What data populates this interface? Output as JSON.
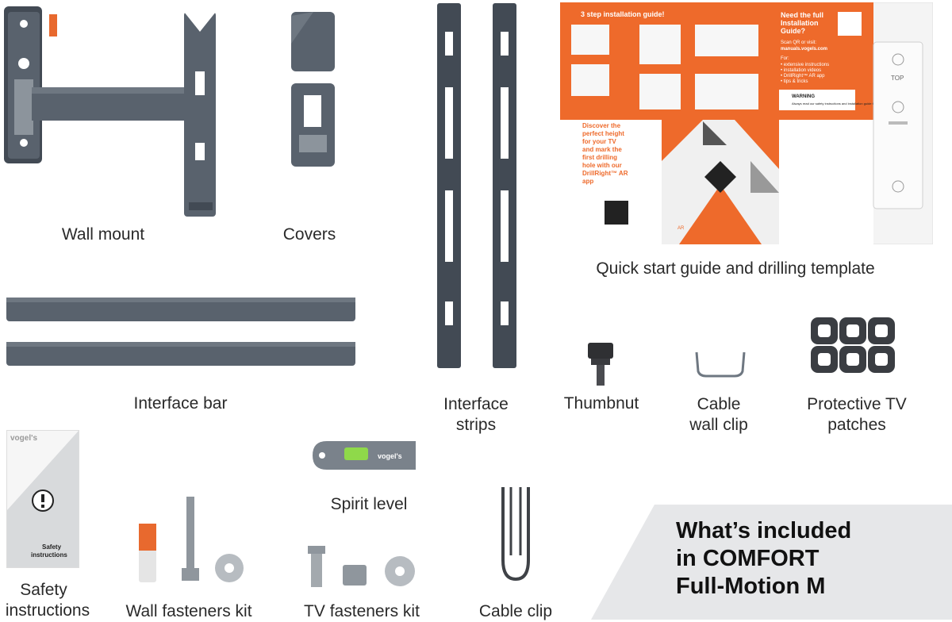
{
  "items": {
    "wall_mount": "Wall mount",
    "covers": "Covers",
    "quick_start": "Quick start guide and drilling template",
    "interface_bar": "Interface bar",
    "interface_strips_1": "Interface",
    "interface_strips_2": "strips",
    "thumbnut": "Thumbnut",
    "cable_wall_clip_1": "Cable",
    "cable_wall_clip_2": "wall clip",
    "protective_1": "Protective TV",
    "protective_2": "patches",
    "spirit_level": "Spirit level",
    "safety_1": "Safety",
    "safety_2": "instructions",
    "wall_fasteners": "Wall fasteners kit",
    "tv_fasteners": "TV fasteners kit",
    "cable_clip": "Cable clip"
  },
  "headline": {
    "line1": "What’s included",
    "line2": "in COMFORT",
    "line3": "Full-Motion M"
  },
  "guide": {
    "title": "3 step installation guide!",
    "need_1": "Need the full",
    "need_2": "Installation",
    "need_3": "Guide?",
    "scan": "Scan QR or visit:",
    "url": "manuals.vogels.com",
    "for": "For:",
    "bullet1": "• extensive instructions",
    "bullet2": "• installation videos",
    "bullet3": "• DrillRight™ AR app",
    "bullet4": "• tips & tricks",
    "warning": "WARNING",
    "warning_text": "Always read our safety instructions and installation guide first",
    "discover_1": "Discover the",
    "discover_2": "perfect height",
    "discover_3": "for your TV",
    "discover_4": "and mark the",
    "discover_5": "first drilling",
    "discover_6": "hole with our",
    "discover_7": "DrillRight™ AR",
    "discover_8": "app",
    "top": "TOP",
    "ar": "AR"
  },
  "safety_booklet": {
    "brand": "vogel's",
    "label_1": "Safety",
    "label_2": "instructions"
  },
  "colors": {
    "orange": "#ee6a2b",
    "metal": "#59626d",
    "banner": "#e6e7e9"
  }
}
